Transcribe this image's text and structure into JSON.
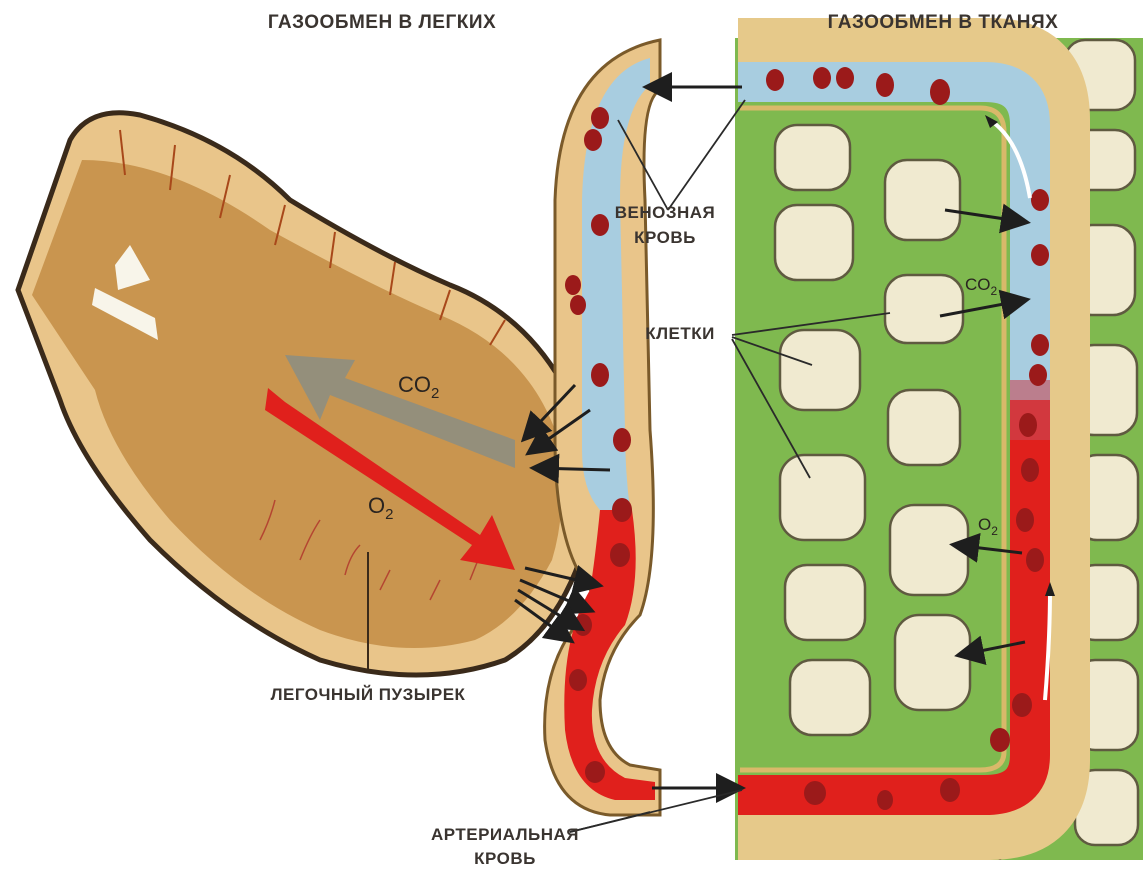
{
  "labels": {
    "title_left": "ГАЗООБМЕН В ЛЕГКИХ",
    "title_right": "ГАЗООБМЕН В ТКАНЯХ",
    "venous_line1": "ВЕНОЗНАЯ",
    "venous_line2": "КРОВЬ",
    "cells": "КЛЕТКИ",
    "alveolus": "ЛЕГОЧНЫЙ ПУЗЫРЕК",
    "arterial_line1": "АРТЕРИАЛЬНАЯ",
    "arterial_line2": "КРОВЬ"
  },
  "gases": {
    "co2_main": "CO",
    "co2_sub": "2",
    "o2_main": "O",
    "o2_sub": "2"
  },
  "colors": {
    "tissue": "#7fb94f",
    "alveolus": "#c9954f",
    "venous": "#a8cde0",
    "arterial": "#e0201c",
    "cell": "#f0ead0",
    "rbc": "#9b1a1a"
  }
}
